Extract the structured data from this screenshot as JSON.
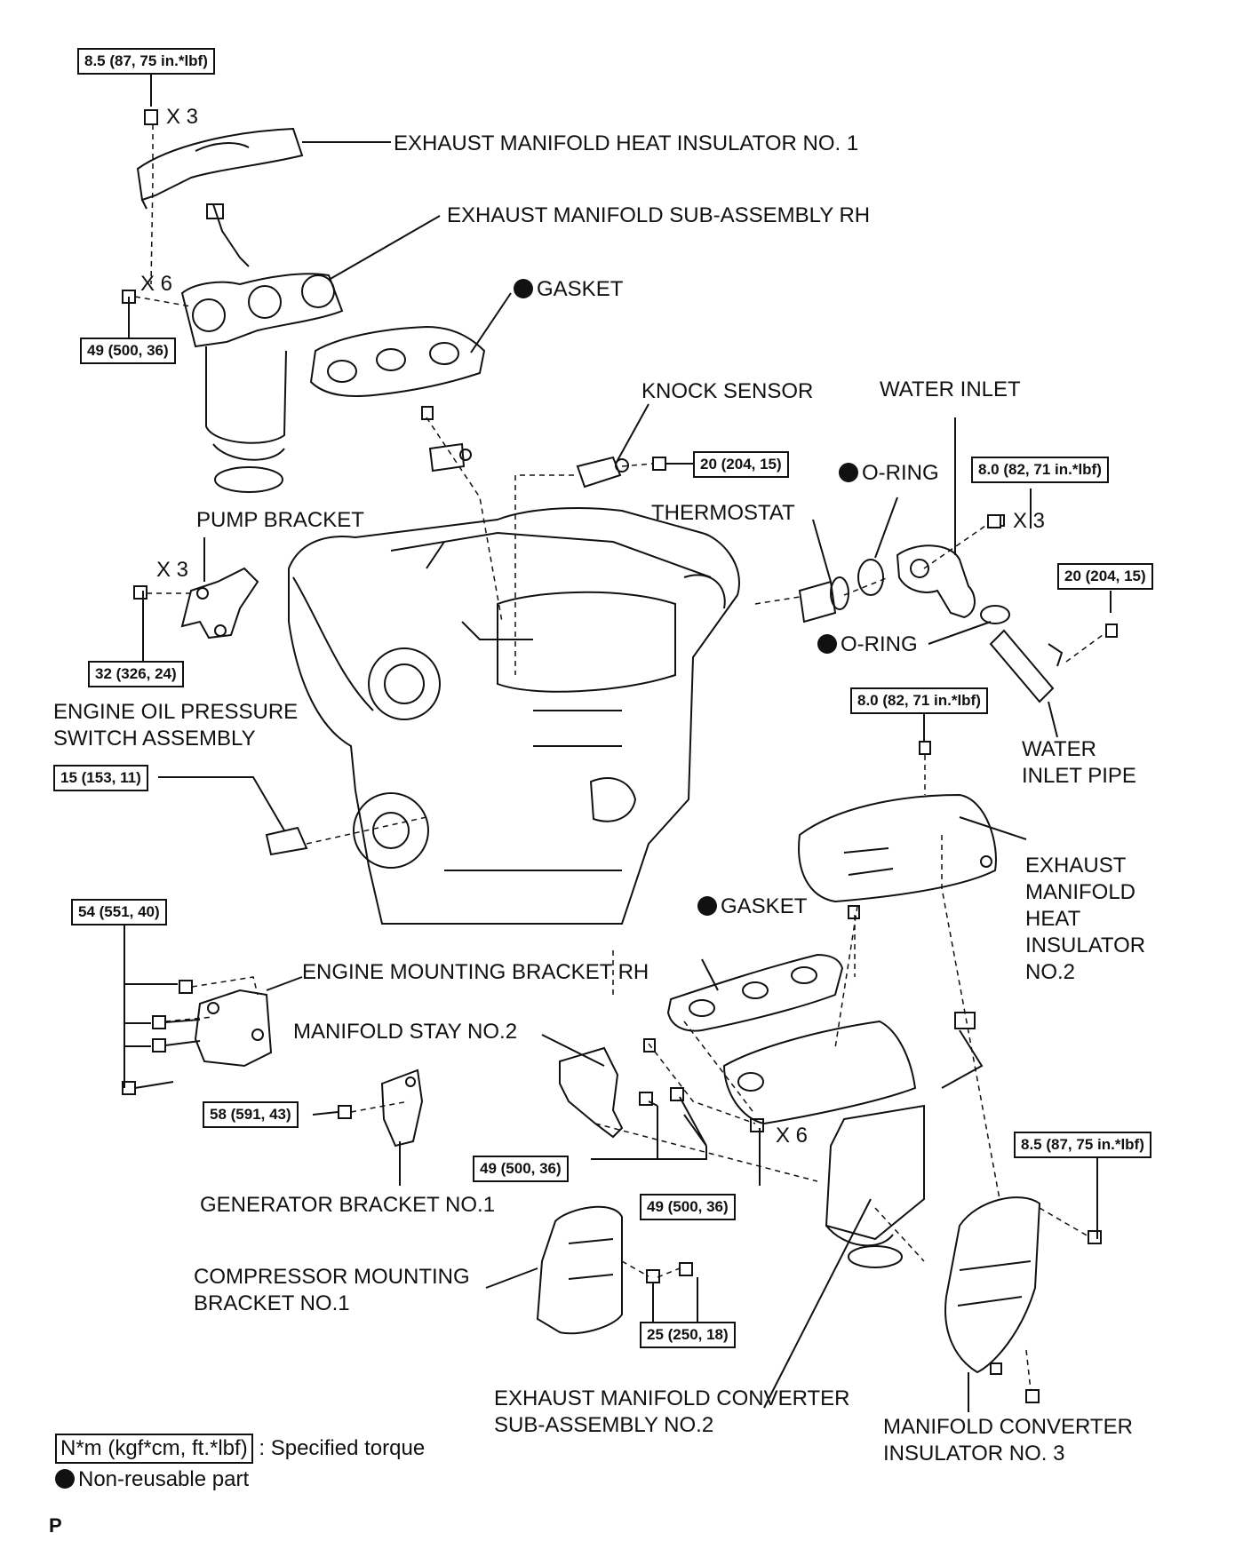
{
  "labels": {
    "exhaust_insulator_1": "EXHAUST MANIFOLD HEAT INSULATOR NO. 1",
    "exhaust_manifold_rh": "EXHAUST MANIFOLD SUB-ASSEMBLY RH",
    "gasket_upper": "GASKET",
    "knock_sensor": "KNOCK SENSOR",
    "water_inlet": "WATER INLET",
    "o_ring_upper": "O-RING",
    "thermostat": "THERMOSTAT",
    "pump_bracket": "PUMP BRACKET",
    "o_ring_lower": "O-RING",
    "oil_pressure_switch_1": "ENGINE OIL PRESSURE",
    "oil_pressure_switch_2": "SWITCH ASSEMBLY",
    "water_inlet_pipe_1": "WATER",
    "water_inlet_pipe_2": "INLET PIPE",
    "exhaust_insulator_2": "EXHAUST MANIFOLD HEAT INSULATOR NO.2",
    "gasket_lower": "GASKET",
    "engine_mount_bracket": "ENGINE MOUNTING BRACKET RH",
    "manifold_stay": "MANIFOLD STAY NO.2",
    "generator_bracket": "GENERATOR BRACKET NO.1",
    "compressor_bracket_1": "COMPRESSOR MOUNTING",
    "compressor_bracket_2": "BRACKET NO.1",
    "converter_sub_1": "EXHAUST MANIFOLD CONVERTER",
    "converter_sub_2": "SUB-ASSEMBLY NO.2",
    "converter_insulator_1": "MANIFOLD CONVERTER",
    "converter_insulator_2": "INSULATOR NO. 3"
  },
  "torques": {
    "t_insulator1": "8.5 (87, 75 in.*lbf)",
    "t_manifold_rh": "49 (500, 36)",
    "t_knock": "20 (204, 15)",
    "t_water_inlet": "8.0 (82, 71 in.*lbf)",
    "t_water_pipe": "20 (204, 15)",
    "t_pump": "32 (326, 24)",
    "t_insulator2": "8.0 (82, 71 in.*lbf)",
    "t_oil_switch": "15 (153, 11)",
    "t_mount": "54 (551, 40)",
    "t_generator": "58 (591, 43)",
    "t_stay": "49 (500, 36)",
    "t_converter": "49 (500, 36)",
    "t_insulator3": "8.5 (87, 75 in.*lbf)",
    "t_compressor": "25 (250, 18)"
  },
  "quantities": {
    "q_insulator1": "X 3",
    "q_manifold_rh": "X 6",
    "q_water_inlet": "X 3",
    "q_pump": "X 3",
    "q_converter": "X 6"
  },
  "legend": {
    "torque_unit": "N*m (kgf*cm, ft.*lbf)",
    "torque_text": ": Specified torque",
    "nonreusable_text": "Non-reusable part"
  },
  "corner_mark": "P"
}
